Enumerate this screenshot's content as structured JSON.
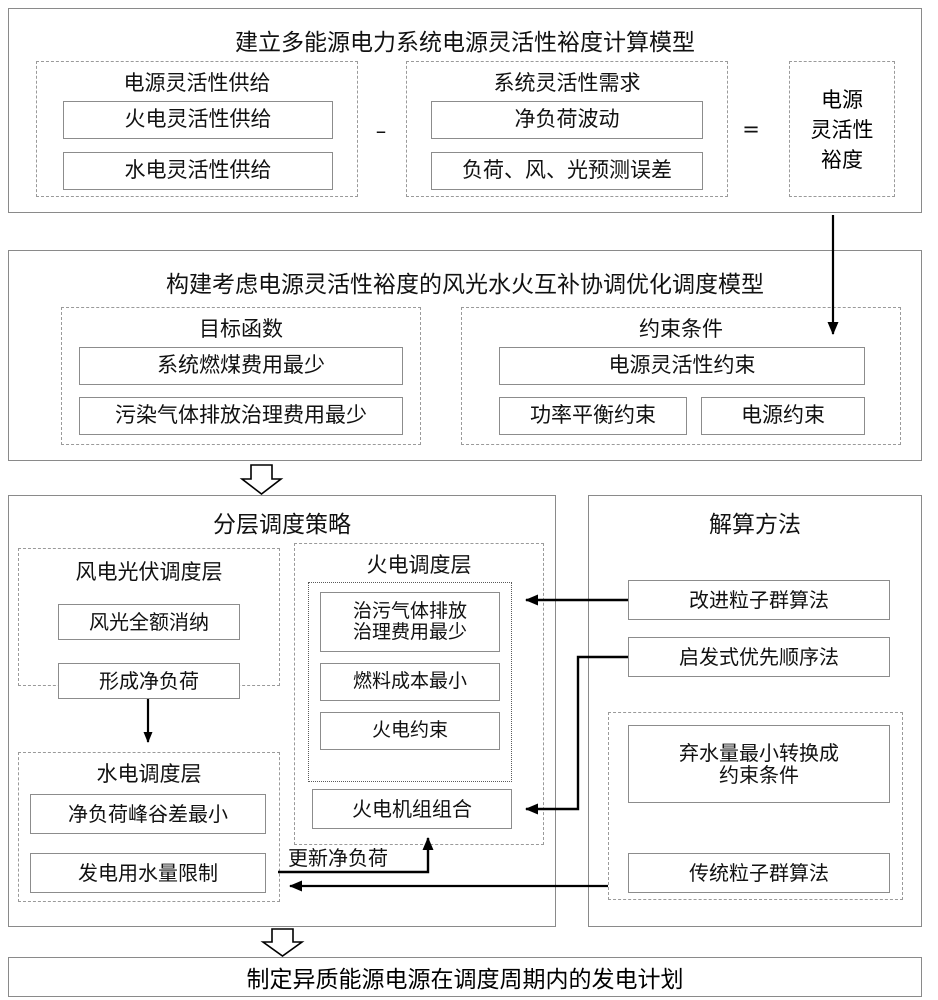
{
  "diagram": {
    "title_note": "多能源电力系统调度流程图",
    "colors": {
      "line": "#000000",
      "solid_border": "#8a8a8a",
      "dashed_border": "#9a9a9a",
      "background": "#ffffff"
    }
  },
  "section1": {
    "title": "建立多能源电力系统电源灵活性裕度计算模型",
    "supply_group": {
      "title": "电源灵活性供给",
      "items": [
        "火电灵活性供给",
        "水电灵活性供给"
      ]
    },
    "minus_operator": "–",
    "demand_group": {
      "title": "系统灵活性需求",
      "items": [
        "净负荷波动",
        "负荷、风、光预测误差"
      ]
    },
    "equals_operator": "=",
    "result_box": "电源\n灵活性\n裕度",
    "result_box_lines": [
      "电源",
      "灵活性",
      "裕度"
    ]
  },
  "section2": {
    "title": "构建考虑电源灵活性裕度的风光水火互补协调优化调度模型",
    "objective_group": {
      "title": "目标函数",
      "items": [
        "系统燃煤费用最少",
        "污染气体排放治理费用最少"
      ]
    },
    "constraint_group": {
      "title": "约束条件",
      "items": [
        "电源灵活性约束",
        "功率平衡约束",
        "电源约束"
      ]
    }
  },
  "section3": {
    "left": {
      "title": "分层调度策略",
      "wind_pv_layer": {
        "title": "风电光伏调度层",
        "items": [
          "风光全额消纳",
          "形成净负荷"
        ]
      },
      "hydro_layer": {
        "title": "水电调度层",
        "items": [
          "净负荷峰谷差最小",
          "发电用水量限制"
        ]
      },
      "thermal_layer": {
        "title": "火电调度层",
        "inner_items": [
          "治污气体排放\n治理费用最少",
          "燃料成本最小",
          "火电约束"
        ],
        "inner_items_lines": [
          [
            "治污气体排放",
            "治理费用最少"
          ],
          [
            "燃料成本最小"
          ],
          [
            "火电约束"
          ]
        ],
        "unit_commitment": "火电机组组合"
      },
      "feedback_label": "更新净负荷"
    },
    "right": {
      "title": "解算方法",
      "items": [
        "改进粒子群算法",
        "启发式优先顺序法"
      ],
      "sub_group": {
        "items": [
          "弃水量最小转换成\n约束条件",
          "传统粒子群算法"
        ],
        "items_lines": [
          [
            "弃水量最小转换成",
            "约束条件"
          ],
          [
            "传统粒子群算法"
          ]
        ]
      }
    }
  },
  "section4": {
    "title": "制定异质能源电源在调度周期内的发电计划"
  }
}
